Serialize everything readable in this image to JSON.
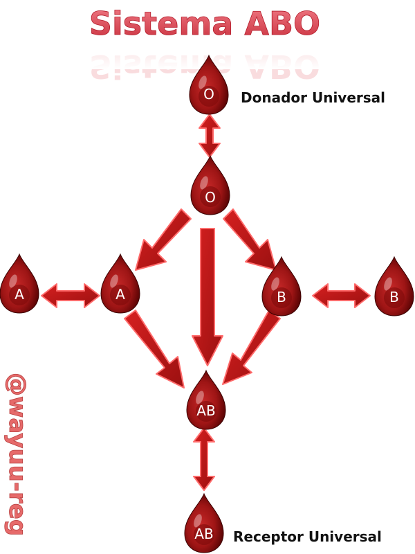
{
  "title": "Sistema ABO",
  "watermark": "@wayuu-reg",
  "drops": {
    "o_top": "O",
    "o_mid": "O",
    "a_left": "A",
    "a_mid": "A",
    "b_mid": "B",
    "b_right": "B",
    "ab_mid": "AB",
    "ab_bottom": "AB"
  },
  "labels": {
    "donor": "Donador Universal",
    "receiver": "Receptor Universal"
  },
  "colors": {
    "title": "#e04a55",
    "drop_dark": "#5a0000",
    "drop_main": "#a61a1a",
    "arrow_fill": "#c01818",
    "arrow_stroke": "#ff6b6b",
    "watermark": "#e66a6a"
  }
}
